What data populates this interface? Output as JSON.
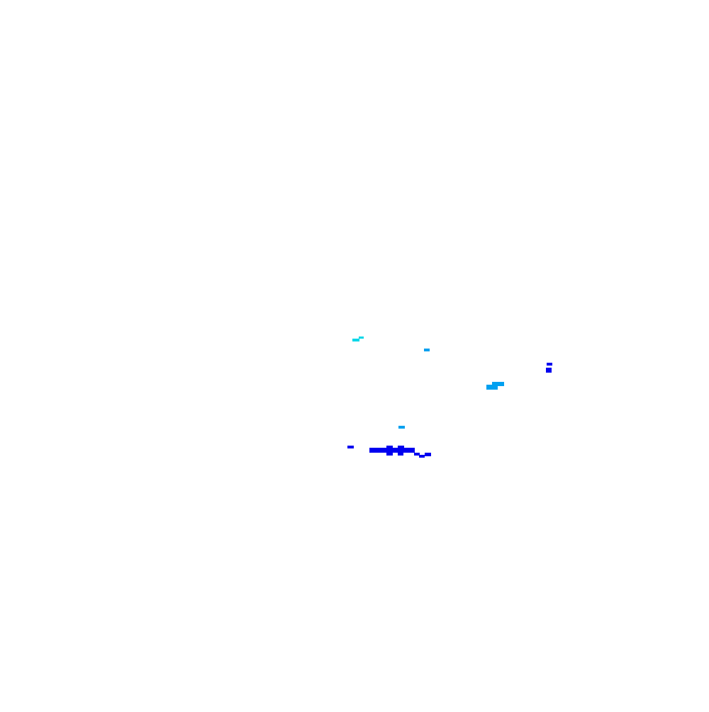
{
  "map": {
    "background_color": "#ffffff",
    "palette": {
      "cyan": "#00d7e8",
      "light_blue": "#00a0f0",
      "blue": "#0000f0"
    },
    "echoes": [
      {
        "group": "cyan-cluster",
        "color_key": "cyan"
      },
      {
        "group": "small-light-blue",
        "color_key": "light_blue"
      },
      {
        "group": "right-blue",
        "color_key": "blue"
      },
      {
        "group": "light-blue-cluster",
        "color_key": "light_blue"
      },
      {
        "group": "small-light-blue-2",
        "color_key": "light_blue"
      },
      {
        "group": "blue-band",
        "color_key": "blue"
      }
    ]
  }
}
